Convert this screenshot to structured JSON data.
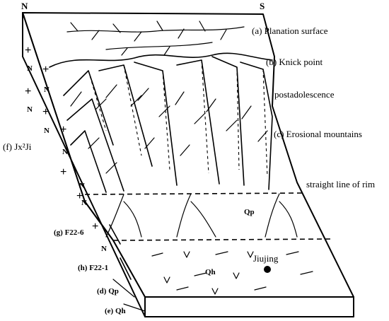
{
  "compass": {
    "north": "N",
    "south": "S"
  },
  "labels": {
    "a": "(a) Planation surface",
    "b": "(b) Knick point",
    "post": "postadolescence",
    "c": "(c) Erosional mountains",
    "rim": "straight line of rim",
    "f": "(f) Jx²Ji",
    "g": "(g) F22-6",
    "h": "(h) F22-1",
    "d": "(d) Qp",
    "e": "(e) Qh"
  },
  "regions": {
    "qp": "Qp",
    "qh": "Qh"
  },
  "place": {
    "name": "Jiujing"
  },
  "side_symbols": {
    "granite_plus": "+",
    "granite_n": "N"
  }
}
